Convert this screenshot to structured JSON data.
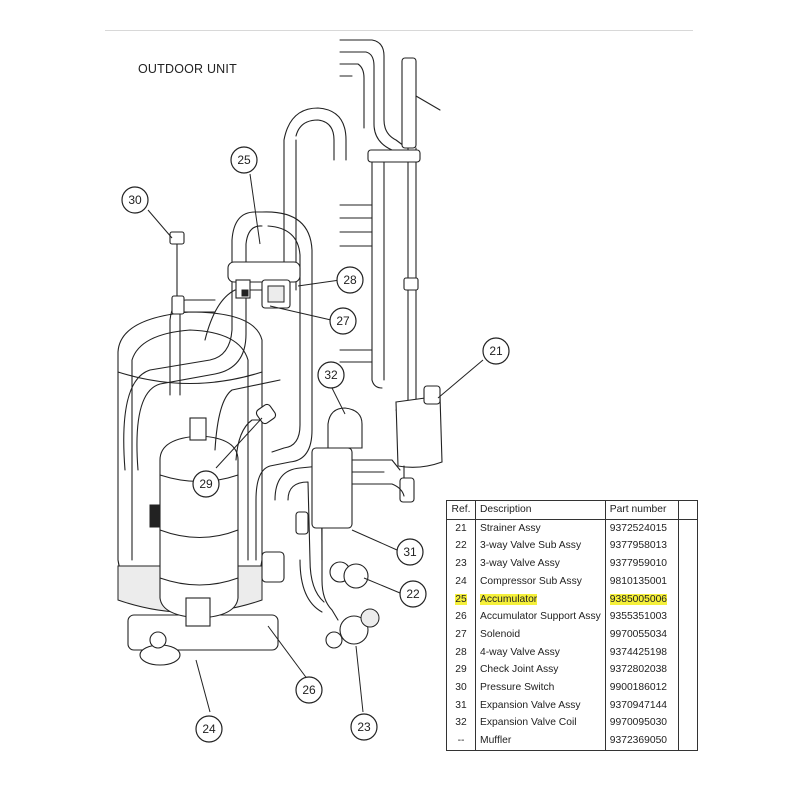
{
  "title": "OUTDOOR UNIT",
  "colors": {
    "highlight": "#f5f03a",
    "line": "#222222"
  },
  "callouts": [
    {
      "ref": "21",
      "label": "21"
    },
    {
      "ref": "22",
      "label": "22"
    },
    {
      "ref": "23",
      "label": "23"
    },
    {
      "ref": "24",
      "label": "24"
    },
    {
      "ref": "25",
      "label": "25"
    },
    {
      "ref": "26",
      "label": "26"
    },
    {
      "ref": "27",
      "label": "27"
    },
    {
      "ref": "28",
      "label": "28"
    },
    {
      "ref": "29",
      "label": "29"
    },
    {
      "ref": "30",
      "label": "30"
    },
    {
      "ref": "31",
      "label": "31"
    },
    {
      "ref": "32",
      "label": "32"
    }
  ],
  "table": {
    "headers": {
      "ref": "Ref.",
      "description": "Description",
      "part_number": "Part number",
      "extra": ""
    },
    "rows": [
      {
        "ref": "21",
        "description": "Strainer Assy",
        "part_number": "9372524015",
        "highlighted": false
      },
      {
        "ref": "22",
        "description": "3-way Valve Sub Assy",
        "part_number": "9377958013",
        "highlighted": false
      },
      {
        "ref": "23",
        "description": "3-way Valve Assy",
        "part_number": "9377959010",
        "highlighted": false
      },
      {
        "ref": "24",
        "description": "Compressor Sub Assy",
        "part_number": "9810135001",
        "highlighted": false
      },
      {
        "ref": "25",
        "description": "Accumulator",
        "part_number": "9385005006",
        "highlighted": true
      },
      {
        "ref": "26",
        "description": "Accumulator Support Assy",
        "part_number": "9355351003",
        "highlighted": false
      },
      {
        "ref": "27",
        "description": "Solenoid",
        "part_number": "9970055034",
        "highlighted": false
      },
      {
        "ref": "28",
        "description": "4-way Valve Assy",
        "part_number": "9374425198",
        "highlighted": false
      },
      {
        "ref": "29",
        "description": "Check Joint Assy",
        "part_number": "9372802038",
        "highlighted": false
      },
      {
        "ref": "30",
        "description": "Pressure Switch",
        "part_number": "9900186012",
        "highlighted": false
      },
      {
        "ref": "31",
        "description": "Expansion Valve Assy",
        "part_number": "9370947144",
        "highlighted": false
      },
      {
        "ref": "32",
        "description": "Expansion Valve Coil",
        "part_number": "9970095030",
        "highlighted": false
      },
      {
        "ref": "--",
        "description": "Muffler",
        "part_number": "9372369050",
        "highlighted": false
      }
    ]
  }
}
